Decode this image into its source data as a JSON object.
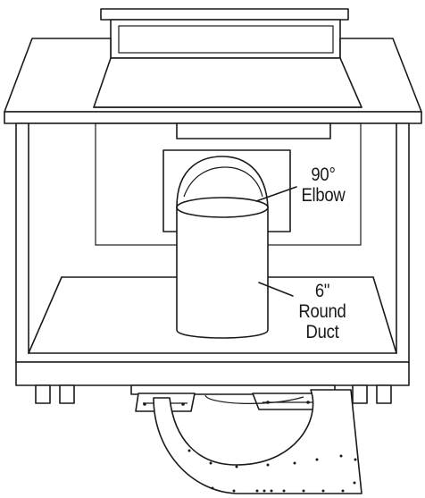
{
  "callouts": {
    "elbow": {
      "line1": "90°",
      "line2": "Elbow"
    },
    "duct": {
      "line1": "6\"",
      "line2": "Round",
      "line3": "Duct"
    }
  },
  "colors": {
    "stroke": "#1a1a1a",
    "background": "#ffffff"
  }
}
